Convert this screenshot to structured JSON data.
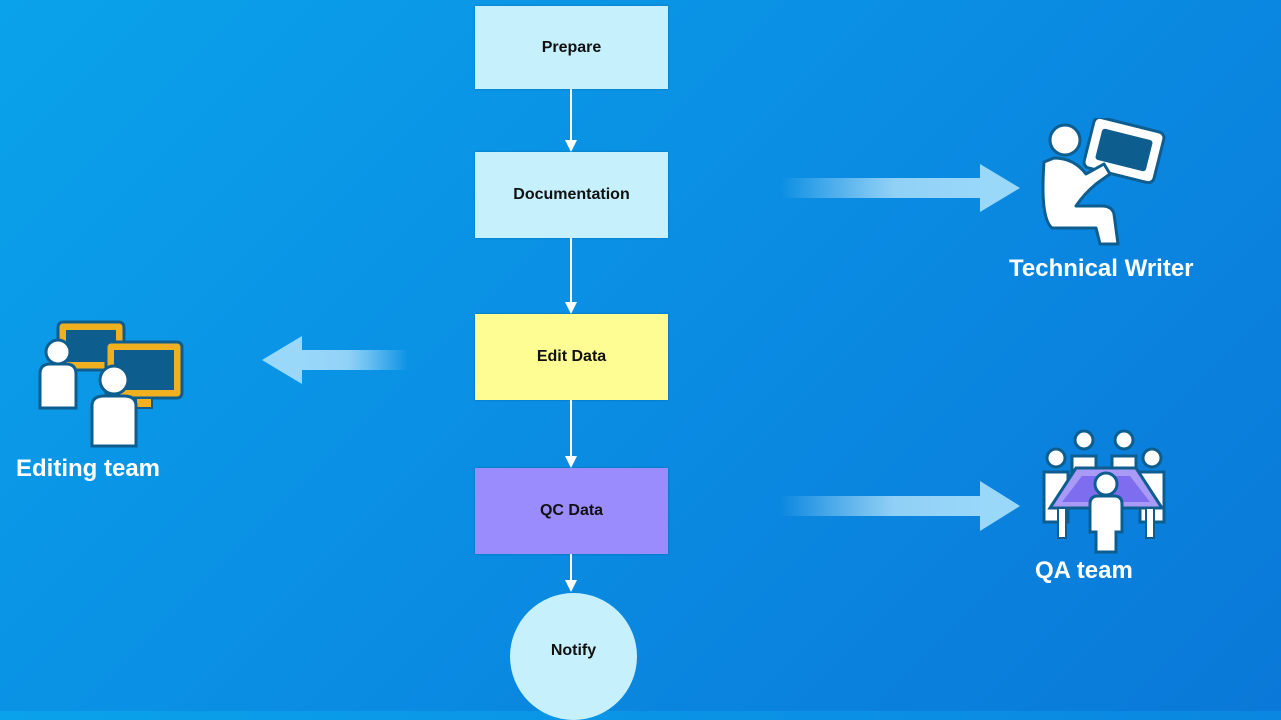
{
  "colors": {
    "process_fill": "#c7f0fd",
    "edit_fill": "#fdfd94",
    "qc_fill": "#9a8cfd",
    "notify_fill": "#c7f0fd",
    "role_icon": "#ffffff",
    "icon_outline": "#0e5d8f",
    "screen_accent": "#f0b020"
  },
  "steps": [
    {
      "label": "Prepare"
    },
    {
      "label": "Documentation"
    },
    {
      "label": "Edit Data"
    },
    {
      "label": "QC Data"
    },
    {
      "label": "Notify"
    }
  ],
  "roles": {
    "technical_writer": {
      "label": "Technical Writer",
      "icon": "laptop-user-icon"
    },
    "editing_team": {
      "label": "Editing team",
      "icon": "workstation-team-icon"
    },
    "qa_team": {
      "label": "QA team",
      "icon": "team-table-icon"
    }
  }
}
